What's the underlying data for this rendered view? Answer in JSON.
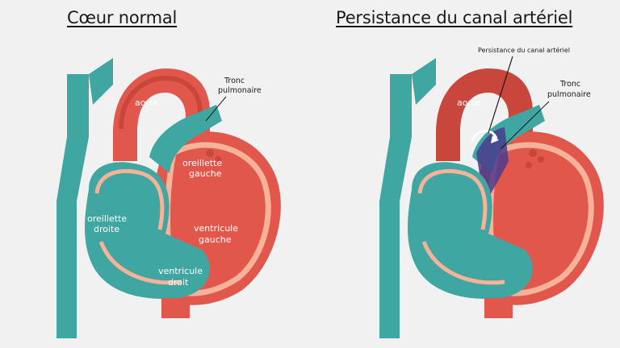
{
  "titles": {
    "left": "Cœur normal",
    "right": "Persistance du canal artériel"
  },
  "labels_left": {
    "aorte": "aorte",
    "tronc_line1": "Tronc",
    "tronc_line2": "pulmonaire",
    "og_line1": "oreillette",
    "og_line2": "gauche",
    "od_line1": "oreillette",
    "od_line2": "droite",
    "vg_line1": "ventricule",
    "vg_line2": "gauche",
    "vd_line1": "ventricule",
    "vd_line2": "droit"
  },
  "labels_right": {
    "aorte": "aorte",
    "pca": "Persistance du canal artériel",
    "tronc_line1": "Tronc",
    "tronc_line2": "pulmonaire"
  },
  "colors": {
    "teal": "#3fa6a2",
    "teal_dark": "#2d8985",
    "red": "#e2574c",
    "red_dark": "#c9463c",
    "peach": "#f6b39a",
    "purple": "#4b3a8c"
  }
}
